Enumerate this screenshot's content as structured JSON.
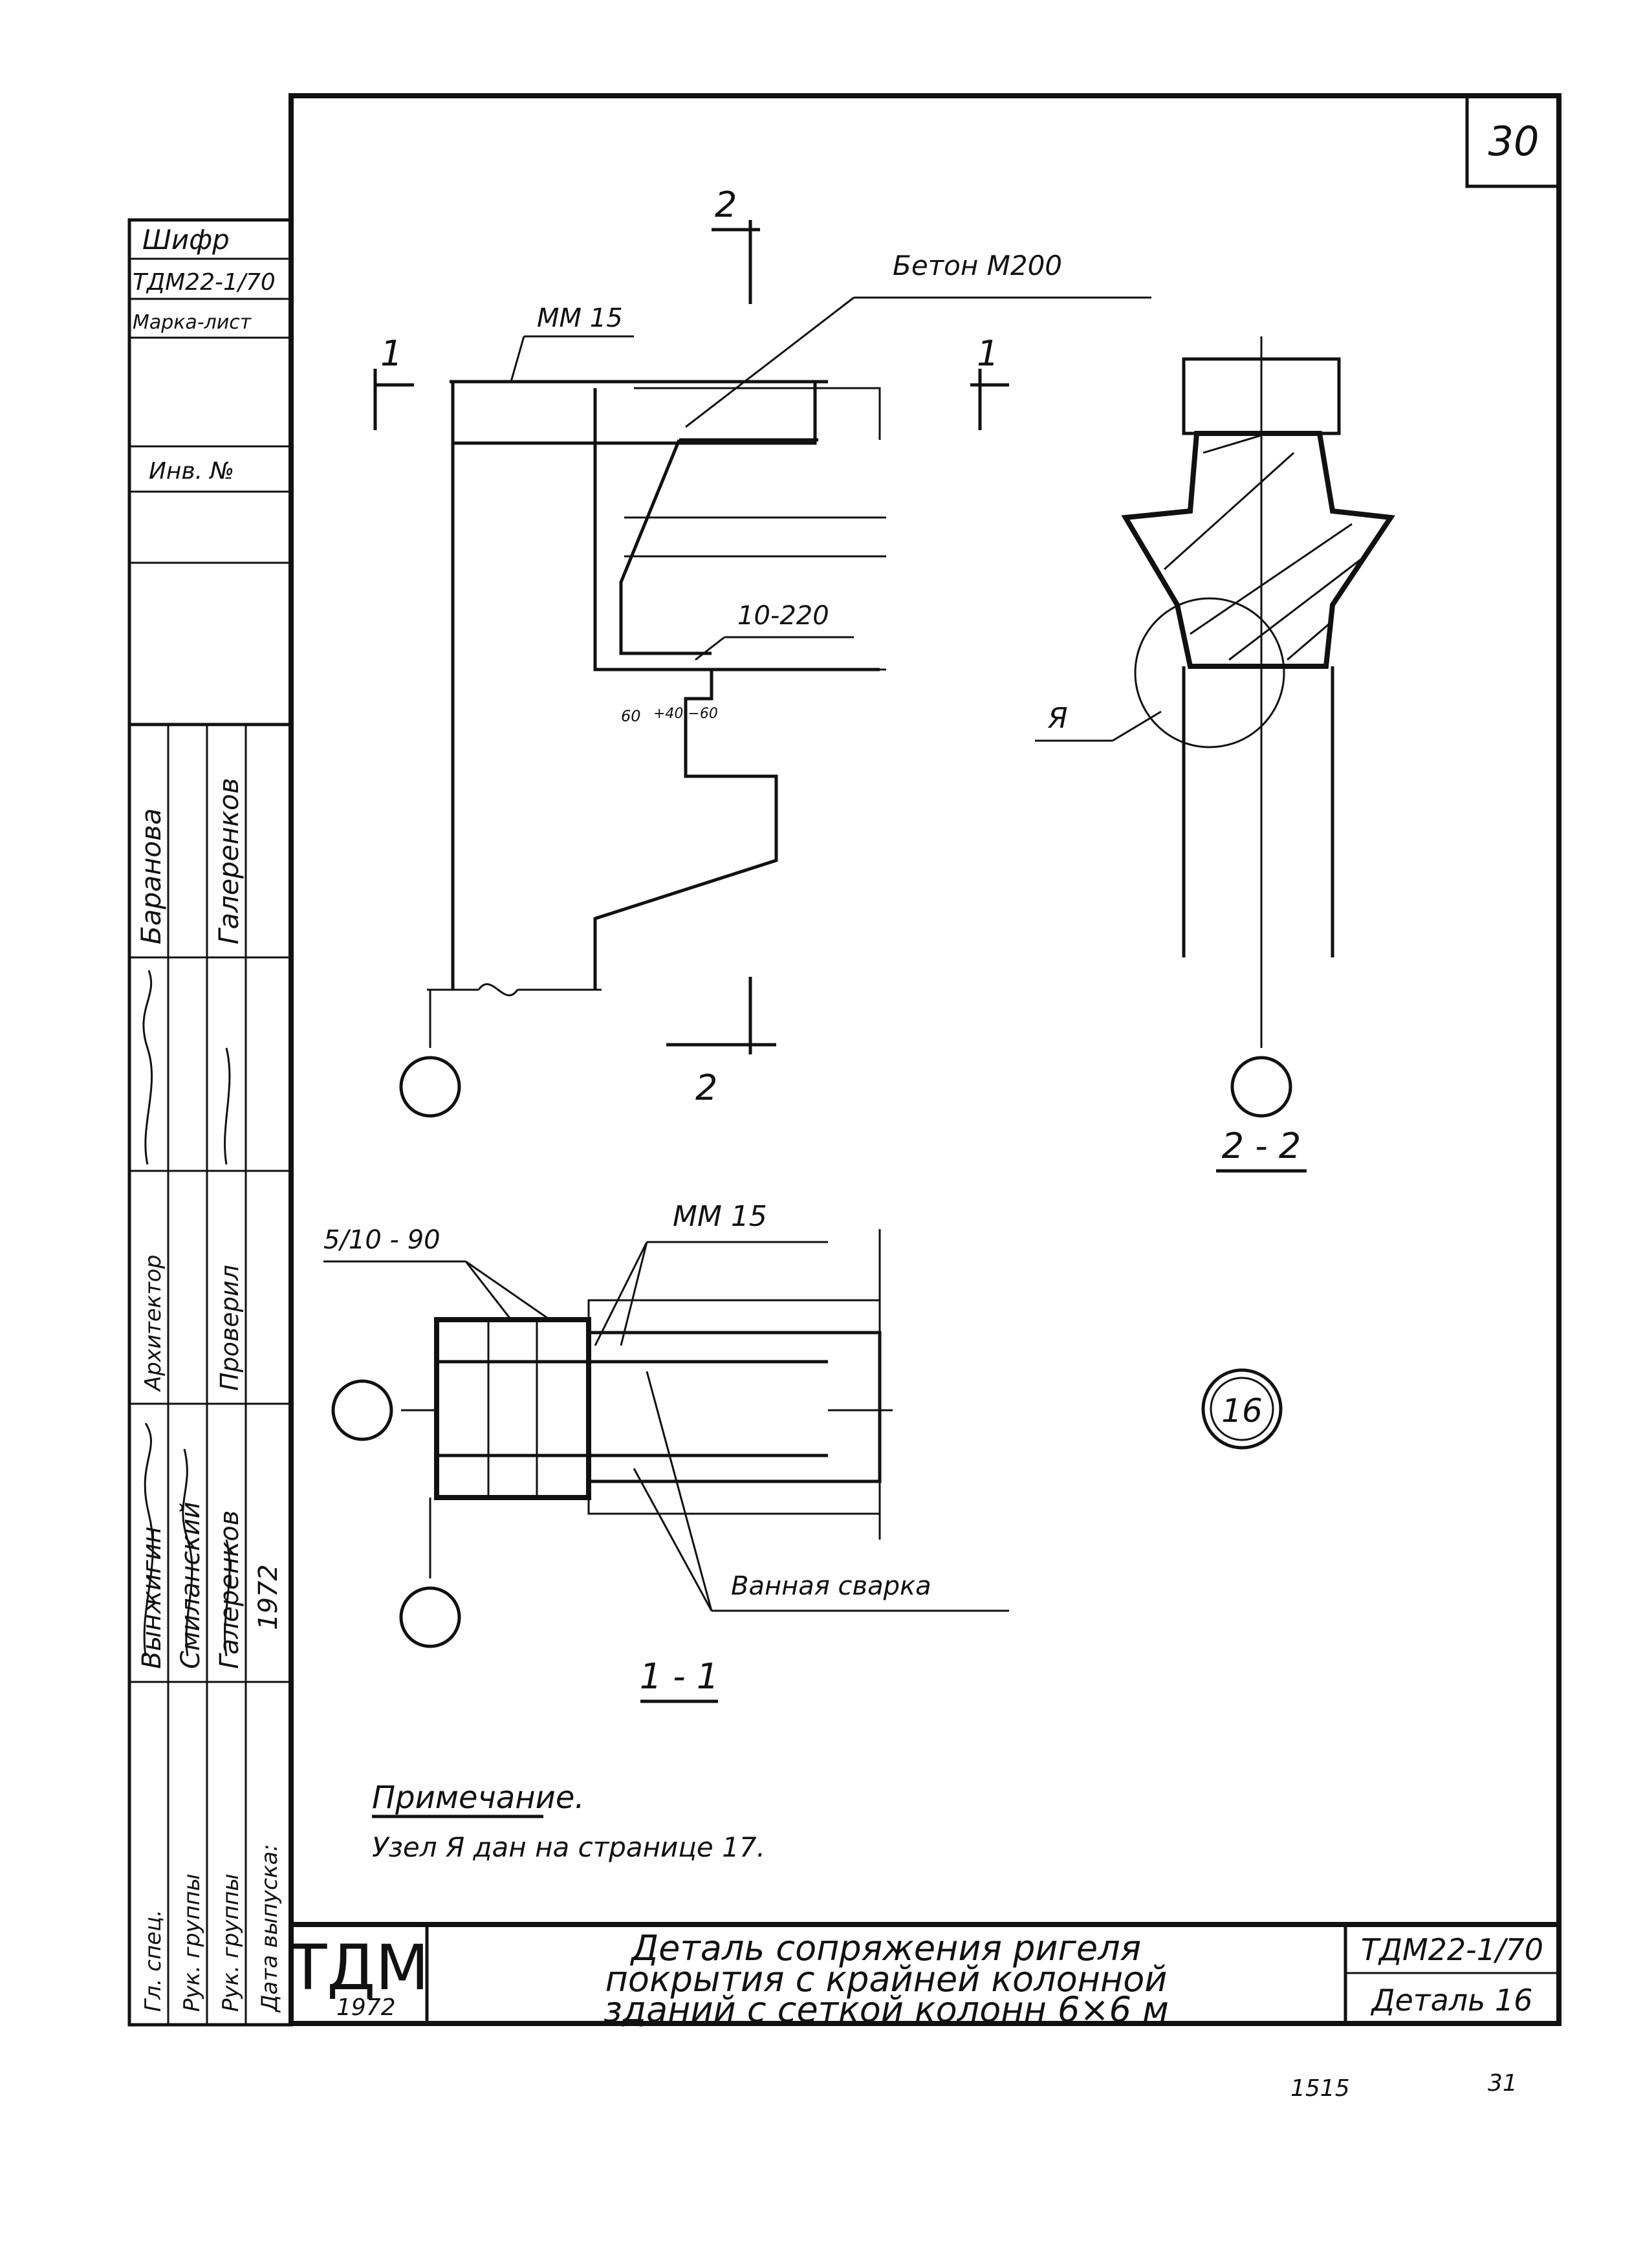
{
  "page_number": "30",
  "side_stamp": {
    "shifr_label": "Шифр",
    "shifr_value": "ТДМ22-1/70",
    "marka_list_label": "Марка-лист",
    "inv_label": "Инв. №",
    "roles": [
      "Гл. спец.",
      "Рук. группы",
      "Рук. группы",
      "Дата выпуска:"
    ],
    "names": [
      "Вынжигин",
      "Смиланский",
      "Галеренков",
      "1972"
    ],
    "roles2": [
      "Архитектор",
      "Проверил"
    ],
    "names2": [
      "Баранова",
      "Галеренков"
    ]
  },
  "drawing": {
    "label_mm15_top": "ММ 15",
    "label_beton": "Бетон М200",
    "label_rebar_10_220": "10-220",
    "label_dim_60": "60",
    "label_dim_40_60": "+40 −60",
    "section_mark_1": "1",
    "section_mark_2": "2",
    "label_ya": "Я",
    "section_2_2": "2 - 2",
    "label_5_10_90": "5/10 - 90",
    "label_mm15_bottom": "ММ 15",
    "label_welding": "Ванная сварка",
    "section_1_1": "1 - 1",
    "detail_number": "16"
  },
  "note": {
    "title": "Примечание.",
    "text": "Узел Я дан на странице 17."
  },
  "title_block": {
    "logo": "ТДМ",
    "logo_year": "1972",
    "title_line1": "Деталь сопряжения ригеля",
    "title_line2": "покрытия с крайней колонной",
    "title_line3": "зданий с сеткой колонн 6×6 м",
    "code": "ТДМ22-1/70",
    "detail": "Деталь 16"
  },
  "footer": {
    "left": "1515",
    "right": "31"
  }
}
